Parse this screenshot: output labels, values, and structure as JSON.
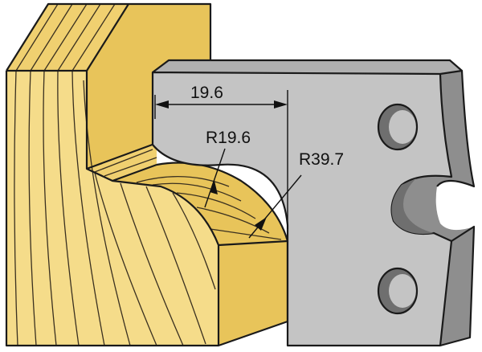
{
  "dimensions": {
    "width_label": "19.6",
    "small_radius_label": "R19.6",
    "large_radius_label": "R39.7"
  },
  "colors": {
    "wood_face": "#f5dc8a",
    "wood_top": "#f0d070",
    "wood_side": "#e8c45a",
    "wood_grain": "#3a3020",
    "blade_face": "#c4c4c4",
    "blade_side": "#8e8e8e",
    "blade_top": "#b0b0b0",
    "hole_shadow": "#6f6f6f",
    "outline": "#1a1a1a"
  },
  "icons": {
    "wood_block": "wood-block-illustration",
    "cutter": "profile-cutter-knife"
  }
}
